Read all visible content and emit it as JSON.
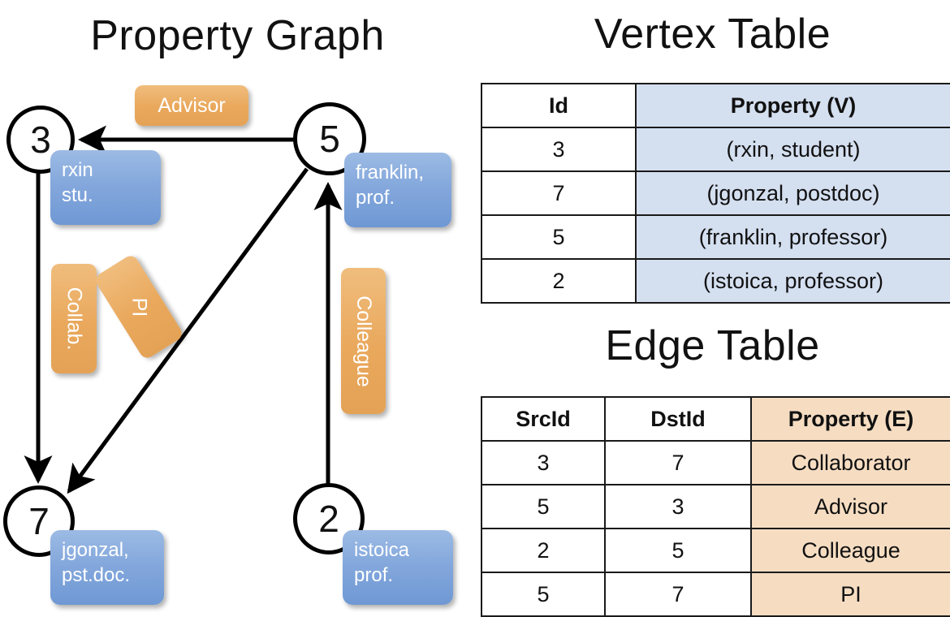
{
  "panels": {
    "graph_title": "Property Graph",
    "vertex_title": "Vertex Table",
    "edge_title": "Edge Table"
  },
  "colors": {
    "vertex_property_fill": "#d4dff0",
    "edge_property_fill": "#f6ddc2",
    "node_property_box": "#7ba3da",
    "edge_label_box": "#e9a85c",
    "stroke": "#000000",
    "background": "#ffffff"
  },
  "graph": {
    "nodes": [
      {
        "id": "3",
        "property_line1": "rxin",
        "property_line2": "stu."
      },
      {
        "id": "5",
        "property_line1": "franklin,",
        "property_line2": "prof."
      },
      {
        "id": "7",
        "property_line1": "jgonzal,",
        "property_line2": "pst.doc."
      },
      {
        "id": "2",
        "property_line1": "istoica",
        "property_line2": "prof."
      }
    ],
    "edge_labels": [
      {
        "name": "advisor",
        "text": "Advisor",
        "orientation": "horizontal"
      },
      {
        "name": "collab",
        "text": "Collab.",
        "orientation": "vertical"
      },
      {
        "name": "pi",
        "text": "PI",
        "orientation": "tilted"
      },
      {
        "name": "colleague",
        "text": "Colleague",
        "orientation": "vertical"
      }
    ],
    "edges": [
      {
        "from": "5",
        "to": "3",
        "label": "Advisor"
      },
      {
        "from": "3",
        "to": "7",
        "label": "Collab."
      },
      {
        "from": "5",
        "to": "7",
        "label": "PI"
      },
      {
        "from": "2",
        "to": "5",
        "label": "Colleague"
      }
    ]
  },
  "vertex_table": {
    "headers": [
      "Id",
      "Property (V)"
    ],
    "rows": [
      {
        "id": "3",
        "property": "(rxin, student)"
      },
      {
        "id": "7",
        "property": "(jgonzal, postdoc)"
      },
      {
        "id": "5",
        "property": "(franklin, professor)"
      },
      {
        "id": "2",
        "property": "(istoica, professor)"
      }
    ]
  },
  "edge_table": {
    "headers": [
      "SrcId",
      "DstId",
      "Property (E)"
    ],
    "rows": [
      {
        "src": "3",
        "dst": "7",
        "property": "Collaborator"
      },
      {
        "src": "5",
        "dst": "3",
        "property": "Advisor"
      },
      {
        "src": "2",
        "dst": "5",
        "property": "Colleague"
      },
      {
        "src": "5",
        "dst": "7",
        "property": "PI"
      }
    ]
  }
}
